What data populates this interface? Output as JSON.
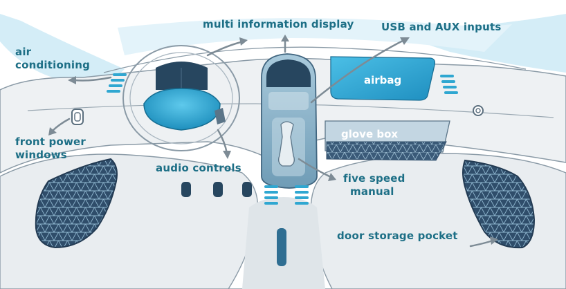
{
  "labels": {
    "air_conditioning_line1": "air",
    "air_conditioning_line2": "conditioning",
    "multi_information_display": "multi information display",
    "usb_aux_inputs": "USB and AUX inputs",
    "airbag": "airbag",
    "glove_box": "glove box",
    "front_power_windows_line1": "front power",
    "front_power_windows_line2": "windows",
    "audio_controls": "audio controls",
    "five_speed_manual_line1": "five speed",
    "five_speed_manual_line2": "manual",
    "door_storage_pocket": "door storage pocket"
  },
  "icons": {
    "vent": "air-vent-icon",
    "window_switch": "window-switch-icon",
    "audio_button": "audio-button-icon"
  },
  "colors": {
    "label_text": "#1d6f86",
    "accent_blue": "#2fa7d1",
    "dark_navy": "#27465f",
    "outline": "#8a9aa6",
    "glass_sky": "#d4edf7",
    "dash_panel": "#eef1f3",
    "arrow_gray": "#7d8b95",
    "mesh_navy": "#2f4d6a"
  }
}
